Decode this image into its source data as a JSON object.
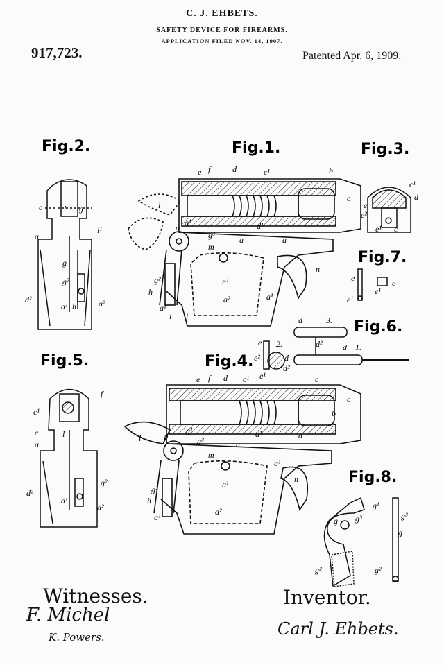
{
  "header": {
    "inventor_name": "C. J. EHBETS.",
    "title": "SAFETY DEVICE FOR FIREARMS.",
    "filed": "APPLICATION FILED NOV. 14, 1907.",
    "patent_number": "917,723.",
    "patented": "Patented Apr. 6, 1909."
  },
  "figures": {
    "fig1": "Fig.1.",
    "fig2": "Fig.2.",
    "fig3": "Fig.3.",
    "fig4": "Fig.4.",
    "fig5": "Fig.5.",
    "fig6": "Fig.6.",
    "fig7": "Fig.7.",
    "fig8": "Fig.8."
  },
  "reference_letters": {
    "d": "d",
    "f": "f",
    "e": "e",
    "c1": "c¹",
    "b": "b",
    "c": "c",
    "l": "l",
    "l1": "l¹",
    "g1": "g¹",
    "g3": "g³",
    "m": "m",
    "a": "a",
    "d1": "d¹",
    "n": "n",
    "n1": "n¹",
    "a1": "a¹",
    "a2": "a²",
    "g2": "g²",
    "h": "h",
    "i": "i",
    "j": "j",
    "e1": "e¹",
    "e2": "e²",
    "d2": "d²",
    "g": "g",
    "two": "2.",
    "three": "3.",
    "one": "1."
  },
  "footer": {
    "witnesses_label": "Witnesses.",
    "witness_sig_1": "F. Michel",
    "witness_sig_2": "K. Powers.",
    "inventor_label": "Inventor.",
    "inventor_sig": "Carl J. Ehbets."
  }
}
